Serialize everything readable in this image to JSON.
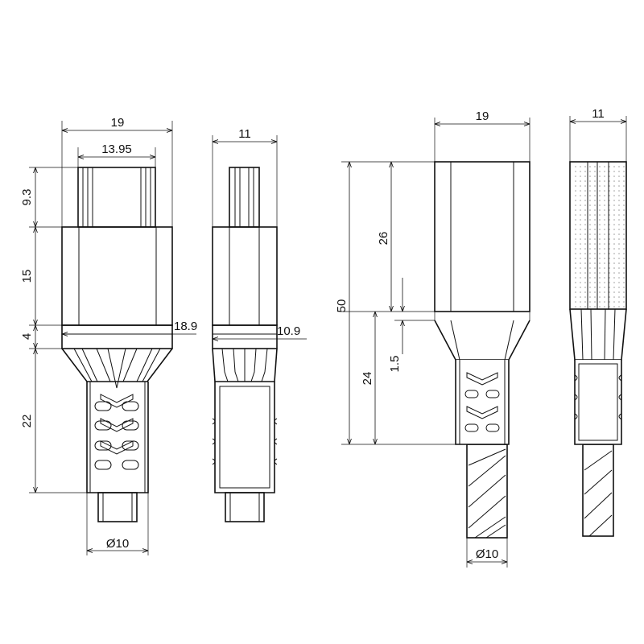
{
  "drawing": {
    "left_front": {
      "top_width": "19",
      "plug_width": "13.95",
      "plug_height": "9.3",
      "housing_height": "15",
      "collar_height": "4",
      "collar_width": "18.9",
      "boot_length": "22",
      "cable_diameter": "Ø10"
    },
    "left_side": {
      "top_width": "11",
      "collar_width": "10.9"
    },
    "right_front": {
      "top_width": "19",
      "total_length": "50",
      "housing_length": "26",
      "boot_length": "24",
      "gap": "1.5",
      "cable_diameter": "Ø10"
    },
    "right_side": {
      "top_width": "11"
    }
  }
}
